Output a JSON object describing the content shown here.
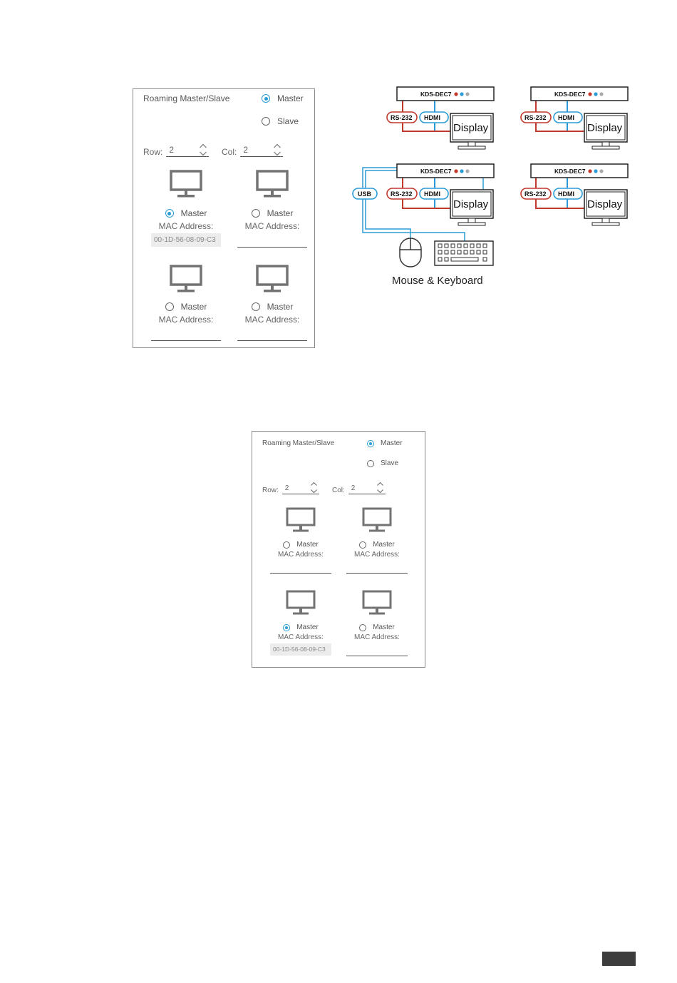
{
  "panel_top": {
    "title": "Roaming Master/Slave",
    "mode_options": [
      {
        "label": "Master",
        "selected": true
      },
      {
        "label": "Slave",
        "selected": false
      }
    ],
    "row_label": "Row:",
    "row_value": "2",
    "col_label": "Col:",
    "col_value": "2",
    "cells": [
      {
        "radio_label": "Master",
        "selected": true,
        "mac_label": "MAC Address:",
        "mac_value": "00-1D-56-08-09-C3"
      },
      {
        "radio_label": "Master",
        "selected": false,
        "mac_label": "MAC Address:",
        "mac_value": ""
      },
      {
        "radio_label": "Master",
        "selected": false,
        "mac_label": "MAC Address:",
        "mac_value": ""
      },
      {
        "radio_label": "Master",
        "selected": false,
        "mac_label": "MAC Address:",
        "mac_value": ""
      }
    ]
  },
  "diagram": {
    "device_label": "KDS-DEC7",
    "rs232_label": "RS-232",
    "hdmi_label": "HDMI",
    "usb_label": "USB",
    "display_label": "Display",
    "peripherals_label": "Mouse & Keyboard",
    "colors": {
      "rs232": "#c0392b",
      "hdmi": "#2a9bd6",
      "usb": "#2a9bd6",
      "led_red": "#c0392b",
      "led_blue": "#2a9bd6",
      "led_gray": "#aaaaaa"
    }
  },
  "panel_bottom": {
    "title": "Roaming Master/Slave",
    "mode_options": [
      {
        "label": "Master",
        "selected": true
      },
      {
        "label": "Slave",
        "selected": false
      }
    ],
    "row_label": "Row:",
    "row_value": "2",
    "col_label": "Col:",
    "col_value": "2",
    "cells": [
      {
        "radio_label": "Master",
        "selected": false,
        "mac_label": "MAC Address:",
        "mac_value": ""
      },
      {
        "radio_label": "Master",
        "selected": false,
        "mac_label": "MAC Address:",
        "mac_value": ""
      },
      {
        "radio_label": "Master",
        "selected": true,
        "mac_label": "MAC Address:",
        "mac_value": "00-1D-56-08-09-C3"
      },
      {
        "radio_label": "Master",
        "selected": false,
        "mac_label": "MAC Address:",
        "mac_value": ""
      }
    ]
  }
}
